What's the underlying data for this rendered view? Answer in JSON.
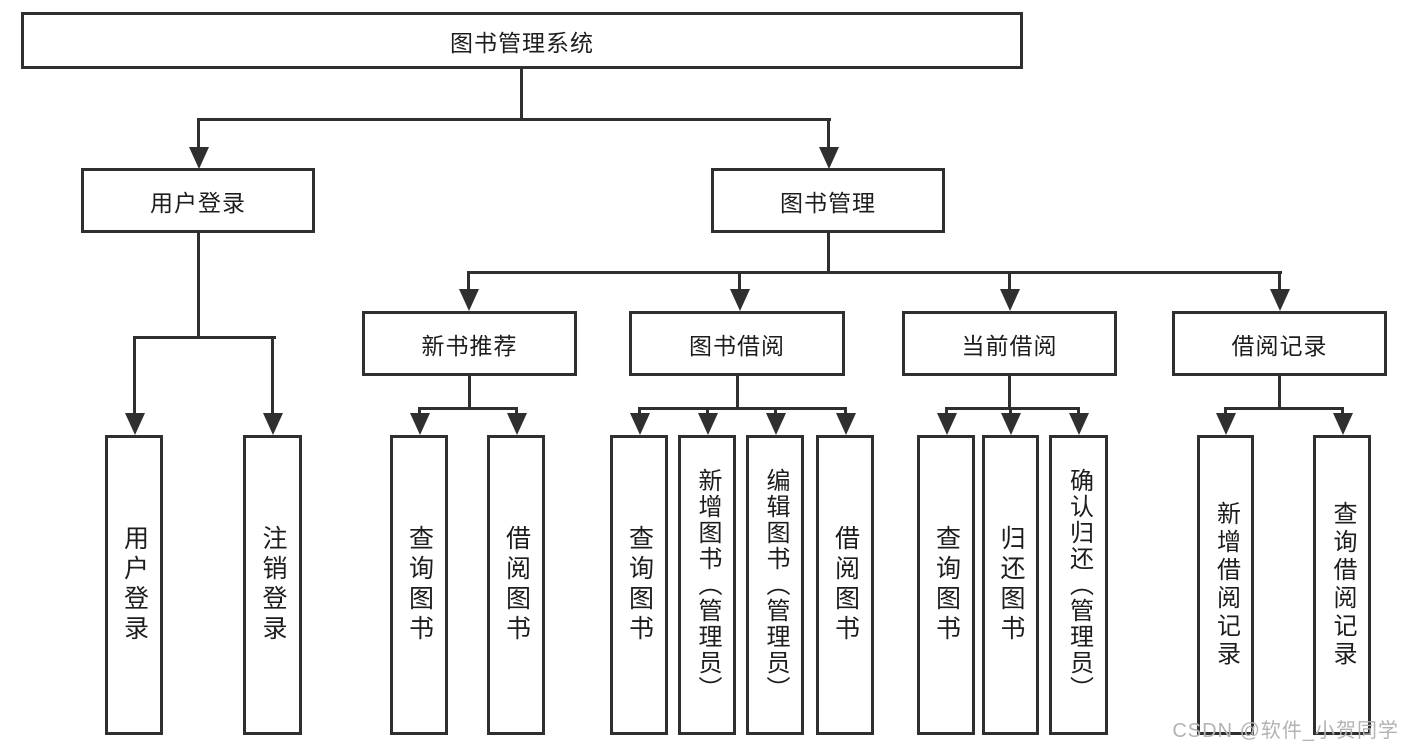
{
  "diagram": {
    "type": "hierarchy-tree",
    "title": "图书管理系统",
    "nodes": {
      "root": "图书管理系统",
      "user_login": "用户登录",
      "book_mgmt": "图书管理",
      "new_book": "新书推荐",
      "book_borrow": "图书借阅",
      "current_borrow": "当前借阅",
      "borrow_record": "借阅记录",
      "leaves_user_login": [
        "用户登录",
        "注销登录"
      ],
      "leaves_new_book": [
        "查询图书",
        "借阅图书"
      ],
      "leaves_book_borrow": [
        "查询图书",
        "新增图书（管理员）",
        "编辑图书（管理员）",
        "借阅图书"
      ],
      "leaves_current_borrow": [
        "查询图书",
        "归还图书",
        "确认归还（管理员）"
      ],
      "leaves_borrow_record": [
        "新增借阅记录",
        "查询借阅记录"
      ]
    },
    "edges": [
      [
        "图书管理系统",
        "用户登录"
      ],
      [
        "图书管理系统",
        "图书管理"
      ],
      [
        "用户登录",
        "用户登录"
      ],
      [
        "用户登录",
        "注销登录"
      ],
      [
        "图书管理",
        "新书推荐"
      ],
      [
        "图书管理",
        "图书借阅"
      ],
      [
        "图书管理",
        "当前借阅"
      ],
      [
        "图书管理",
        "借阅记录"
      ],
      [
        "新书推荐",
        "查询图书"
      ],
      [
        "新书推荐",
        "借阅图书"
      ],
      [
        "图书借阅",
        "查询图书"
      ],
      [
        "图书借阅",
        "新增图书（管理员）"
      ],
      [
        "图书借阅",
        "编辑图书（管理员）"
      ],
      [
        "图书借阅",
        "借阅图书"
      ],
      [
        "当前借阅",
        "查询图书"
      ],
      [
        "当前借阅",
        "归还图书"
      ],
      [
        "当前借阅",
        "确认归还（管理员）"
      ],
      [
        "借阅记录",
        "新增借阅记录"
      ],
      [
        "借阅记录",
        "查询借阅记录"
      ]
    ],
    "colors": {
      "line": "#2f2f2f",
      "box_border": "#2f2f2f",
      "box_fill": "#ffffff",
      "text": "#1d1d1f",
      "background": "#ffffff",
      "watermark": "#b3b3b5"
    }
  },
  "watermark": "CSDN @软件_小贺同学"
}
